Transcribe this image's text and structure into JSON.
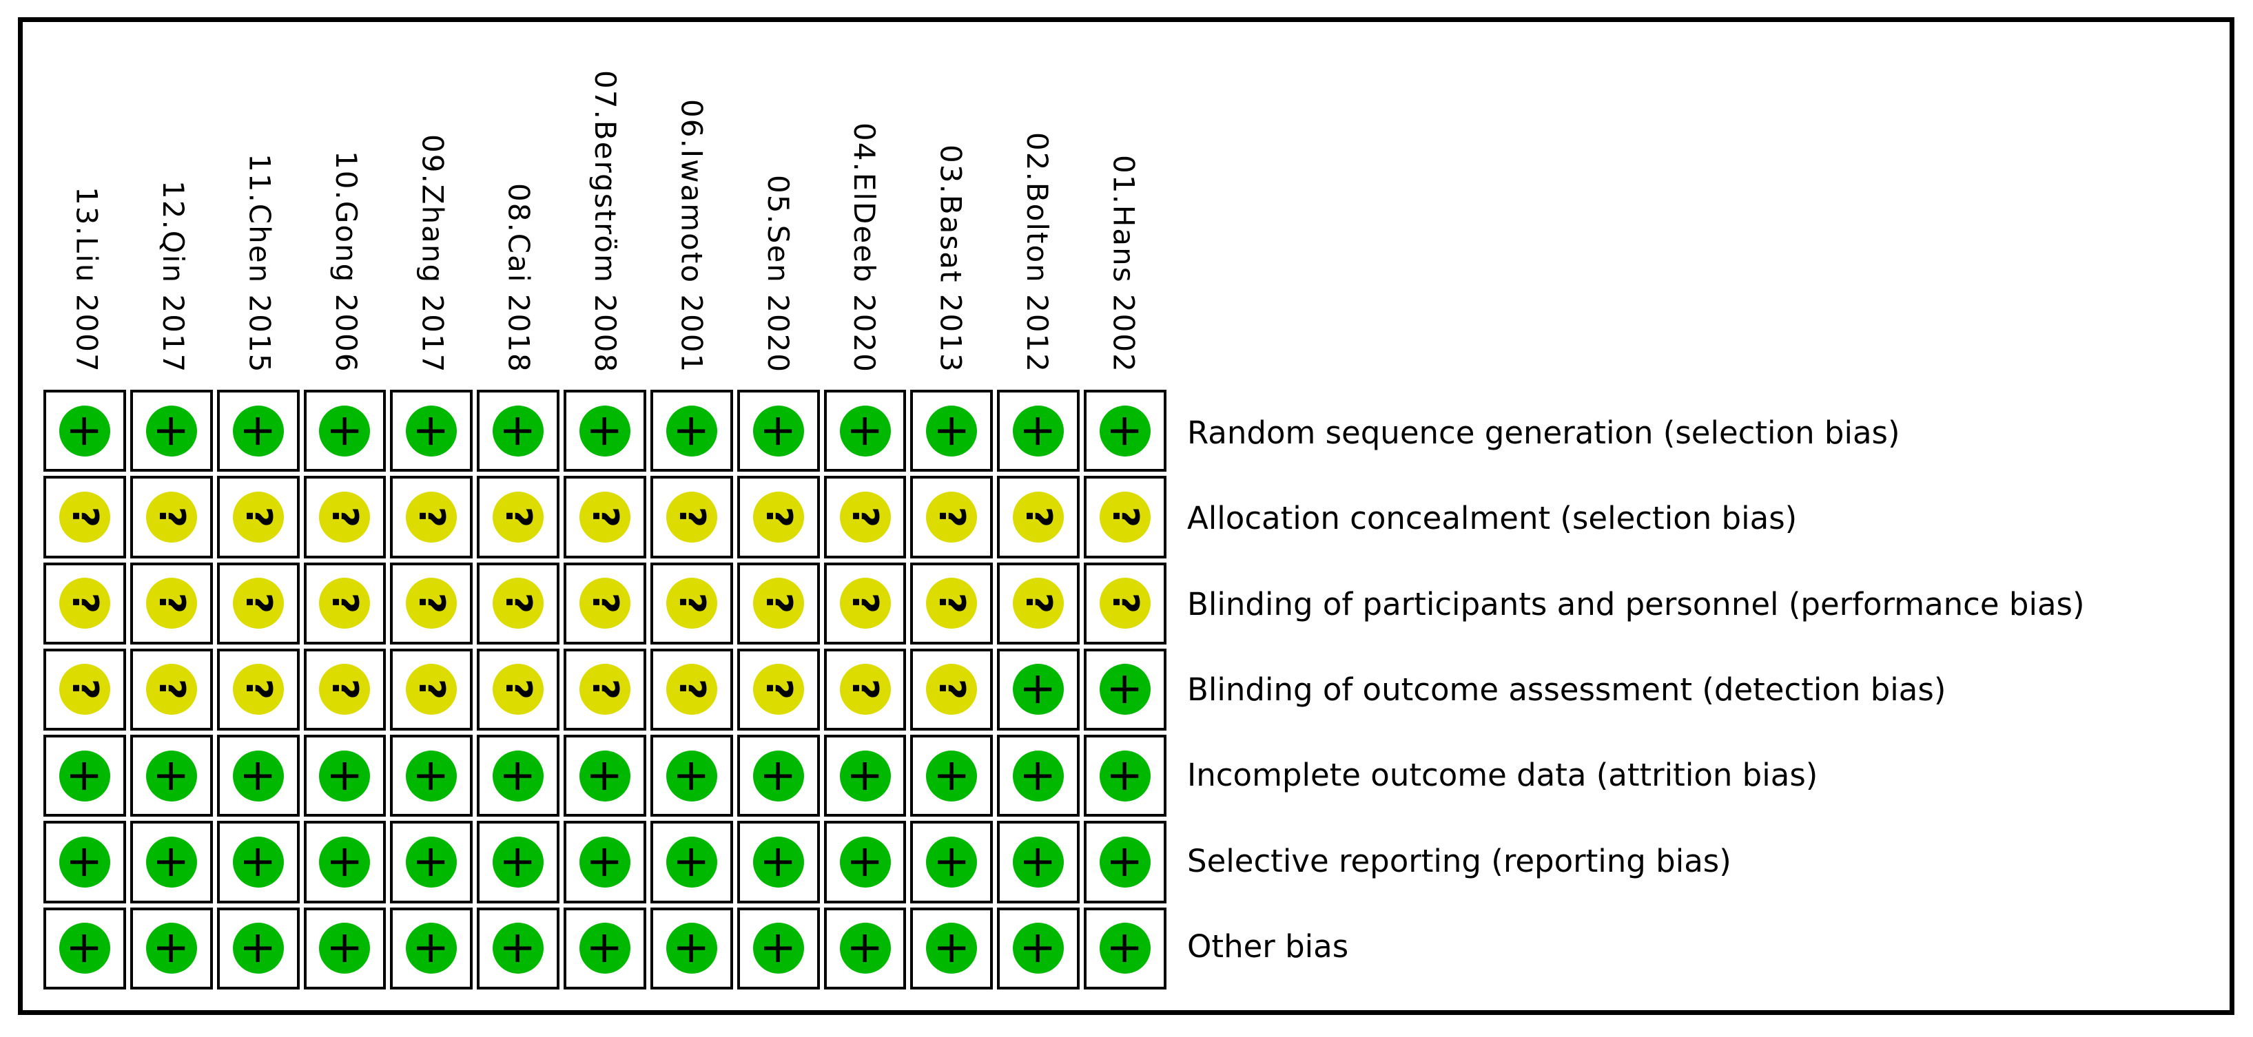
{
  "figure": {
    "kind": "risk-of-bias-summary",
    "studies": [
      "13.Liu 2007",
      "12.Qin 2017",
      "11.Chen 2015",
      "10.Gong 2006",
      "09.Zhang 2017",
      "08.Cai 2018",
      "07.Bergström 2008",
      "06.Iwamoto 2001",
      "05.Sen 2020",
      "04.ElDeeb 2020",
      "03.Basat 2013",
      "02.Bolton 2012",
      "01.Hans 2002"
    ],
    "domains": [
      {
        "label": "Random sequence generation (selection bias)",
        "judgments": [
          "+",
          "+",
          "+",
          "+",
          "+",
          "+",
          "+",
          "+",
          "+",
          "+",
          "+",
          "+",
          "+"
        ]
      },
      {
        "label": "Allocation concealment (selection bias)",
        "judgments": [
          "?",
          "?",
          "?",
          "?",
          "?",
          "?",
          "?",
          "?",
          "?",
          "?",
          "?",
          "?",
          "?"
        ]
      },
      {
        "label": "Blinding of participants and personnel (performance bias)",
        "judgments": [
          "?",
          "?",
          "?",
          "?",
          "?",
          "?",
          "?",
          "?",
          "?",
          "?",
          "?",
          "?",
          "?"
        ]
      },
      {
        "label": "Blinding of outcome assessment (detection bias)",
        "judgments": [
          "?",
          "?",
          "?",
          "?",
          "?",
          "?",
          "?",
          "?",
          "?",
          "?",
          "?",
          "+",
          "+"
        ]
      },
      {
        "label": "Incomplete outcome data (attrition bias)",
        "judgments": [
          "+",
          "+",
          "+",
          "+",
          "+",
          "+",
          "+",
          "+",
          "+",
          "+",
          "+",
          "+",
          "+"
        ]
      },
      {
        "label": "Selective reporting (reporting bias)",
        "judgments": [
          "+",
          "+",
          "+",
          "+",
          "+",
          "+",
          "+",
          "+",
          "+",
          "+",
          "+",
          "+",
          "+"
        ]
      },
      {
        "label": "Other bias",
        "judgments": [
          "+",
          "+",
          "+",
          "+",
          "+",
          "+",
          "+",
          "+",
          "+",
          "+",
          "+",
          "+",
          "+"
        ]
      }
    ],
    "colors": {
      "+": "#00b800",
      "?": "#dcdc00",
      "border": "#000000",
      "background": "#ffffff"
    }
  },
  "chart_data": {
    "type": "heatmap",
    "title": "",
    "x_categories": [
      "13.Liu 2007",
      "12.Qin 2017",
      "11.Chen 2015",
      "10.Gong 2006",
      "09.Zhang 2017",
      "08.Cai 2018",
      "07.Bergström 2008",
      "06.Iwamoto 2001",
      "05.Sen 2020",
      "04.ElDeeb 2020",
      "03.Basat 2013",
      "02.Bolton 2012",
      "01.Hans 2002"
    ],
    "y_categories": [
      "Random sequence generation (selection bias)",
      "Allocation concealment (selection bias)",
      "Blinding of participants and personnel (performance bias)",
      "Blinding of outcome assessment (detection bias)",
      "Incomplete outcome data (attrition bias)",
      "Selective reporting (reporting bias)",
      "Other bias"
    ],
    "values": [
      [
        "+",
        "+",
        "+",
        "+",
        "+",
        "+",
        "+",
        "+",
        "+",
        "+",
        "+",
        "+",
        "+"
      ],
      [
        "?",
        "?",
        "?",
        "?",
        "?",
        "?",
        "?",
        "?",
        "?",
        "?",
        "?",
        "?",
        "?"
      ],
      [
        "?",
        "?",
        "?",
        "?",
        "?",
        "?",
        "?",
        "?",
        "?",
        "?",
        "?",
        "?",
        "?"
      ],
      [
        "?",
        "?",
        "?",
        "?",
        "?",
        "?",
        "?",
        "?",
        "?",
        "?",
        "?",
        "+",
        "+"
      ],
      [
        "+",
        "+",
        "+",
        "+",
        "+",
        "+",
        "+",
        "+",
        "+",
        "+",
        "+",
        "+",
        "+"
      ],
      [
        "+",
        "+",
        "+",
        "+",
        "+",
        "+",
        "+",
        "+",
        "+",
        "+",
        "+",
        "+",
        "+"
      ],
      [
        "+",
        "+",
        "+",
        "+",
        "+",
        "+",
        "+",
        "+",
        "+",
        "+",
        "+",
        "+",
        "+"
      ]
    ],
    "symbol_colors": {
      "+": "#00b800",
      "?": "#dcdc00"
    },
    "layout": {
      "x_labels_position": "top",
      "x_labels_rotation_deg": 90,
      "y_labels_position": "right",
      "grid": "on",
      "legend": "none"
    }
  }
}
